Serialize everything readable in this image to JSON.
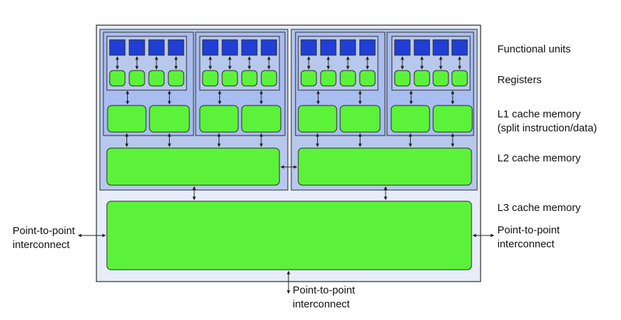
{
  "labels": {
    "functional_units": "Functional units",
    "registers": "Registers",
    "l1_line1": "L1 cache memory",
    "l1_line2": "(split instruction/data)",
    "l2": "L2 cache memory",
    "l3": "L3 cache memory",
    "left_line1": "Point-to-point",
    "left_line2": "interconnect",
    "right_line1": "Point-to-point",
    "right_line2": "interconnect",
    "bottom_line1": "Point-to-point",
    "bottom_line2": "interconnect"
  },
  "colors": {
    "chip_fill": "#e6ecf8",
    "pair_fill": "#b8c8ec",
    "core_fill": "#a8bdf0",
    "functional_unit": "#1f3fd6",
    "cache_green": "#5cf23a",
    "outline": "#2a2a2a"
  },
  "structure": {
    "pair_count": 2,
    "cores_per_pair": 2,
    "functional_units_per_core": 4,
    "registers_per_core": 4,
    "l1_caches_per_core": 2
  }
}
